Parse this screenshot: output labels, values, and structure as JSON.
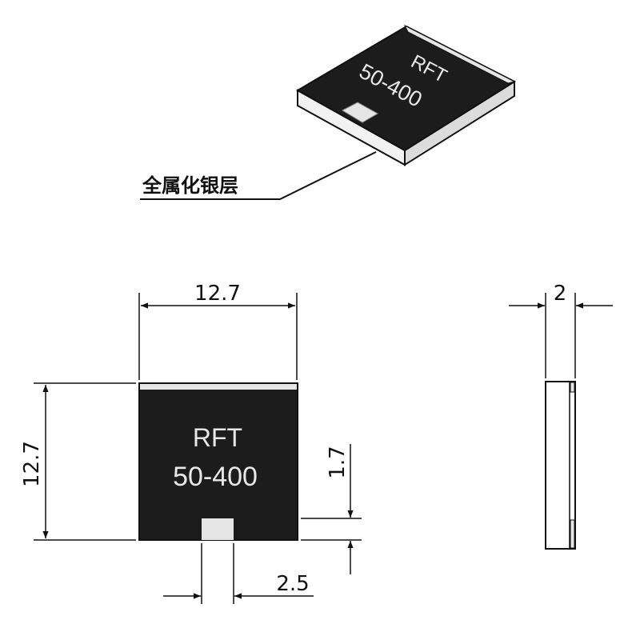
{
  "iso_view": {
    "marking_line1": "RFT",
    "marking_line2": "50-400",
    "callout_label": "全属化银层"
  },
  "front_view": {
    "marking_line1": "RFT",
    "marking_line2": "50-400",
    "width_dim": "12.7",
    "height_dim": "12.7",
    "pad_height_dim": "1.7",
    "pad_width_dim": "2.5"
  },
  "side_view": {
    "thickness_dim": "2"
  },
  "colors": {
    "body": "#1c1c1c",
    "metallization": "#e6e6e6",
    "line": "#111111"
  }
}
